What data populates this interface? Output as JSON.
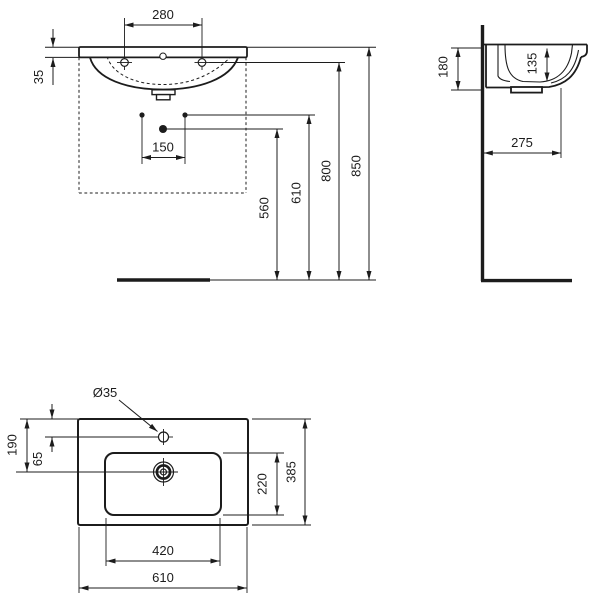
{
  "drawing": {
    "front": {
      "tap_spacing": "280",
      "rim_height": "35",
      "fixing_spacing": "150",
      "waste_height": "560",
      "fixing_height": "610",
      "deck_height": "800",
      "rim_top_height": "850"
    },
    "side": {
      "back_height": "180",
      "bowl_depth": "135",
      "wall_offset": "275"
    },
    "plan": {
      "tap_hole_diameter": "Ø35",
      "waste_from_back": "190",
      "tap_from_back": "65",
      "bowl_depth": "220",
      "overall_depth": "385",
      "bowl_width": "420",
      "overall_width": "610"
    }
  },
  "colors": {
    "line": "#1c1c1c",
    "background": "#ffffff"
  }
}
